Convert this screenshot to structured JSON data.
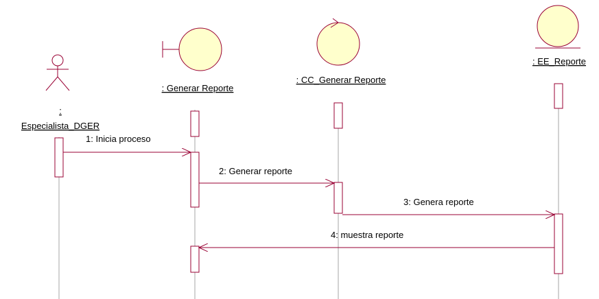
{
  "diagram": {
    "type": "sequence",
    "colors": {
      "object_fill": "#ffffcc",
      "line": "#990033",
      "text": "#000000",
      "lifeline": "#a6a6a6"
    },
    "participants": [
      {
        "id": "actor",
        "kind": "actor",
        "label_colon": ":",
        "label": "Especialista_DGER"
      },
      {
        "id": "boundary",
        "kind": "boundary",
        "label": ": Generar Reporte"
      },
      {
        "id": "control",
        "kind": "control",
        "label": ": CC_Generar Reporte"
      },
      {
        "id": "entity",
        "kind": "entity",
        "label": ": EE_Reporte"
      }
    ],
    "messages": [
      {
        "from": "actor",
        "to": "boundary",
        "label": "1: Inicia proceso"
      },
      {
        "from": "boundary",
        "to": "control",
        "label": "2: Generar reporte"
      },
      {
        "from": "control",
        "to": "entity",
        "label": "3: Genera reporte"
      },
      {
        "from": "entity",
        "to": "boundary",
        "label": "4: muestra reporte"
      }
    ]
  }
}
